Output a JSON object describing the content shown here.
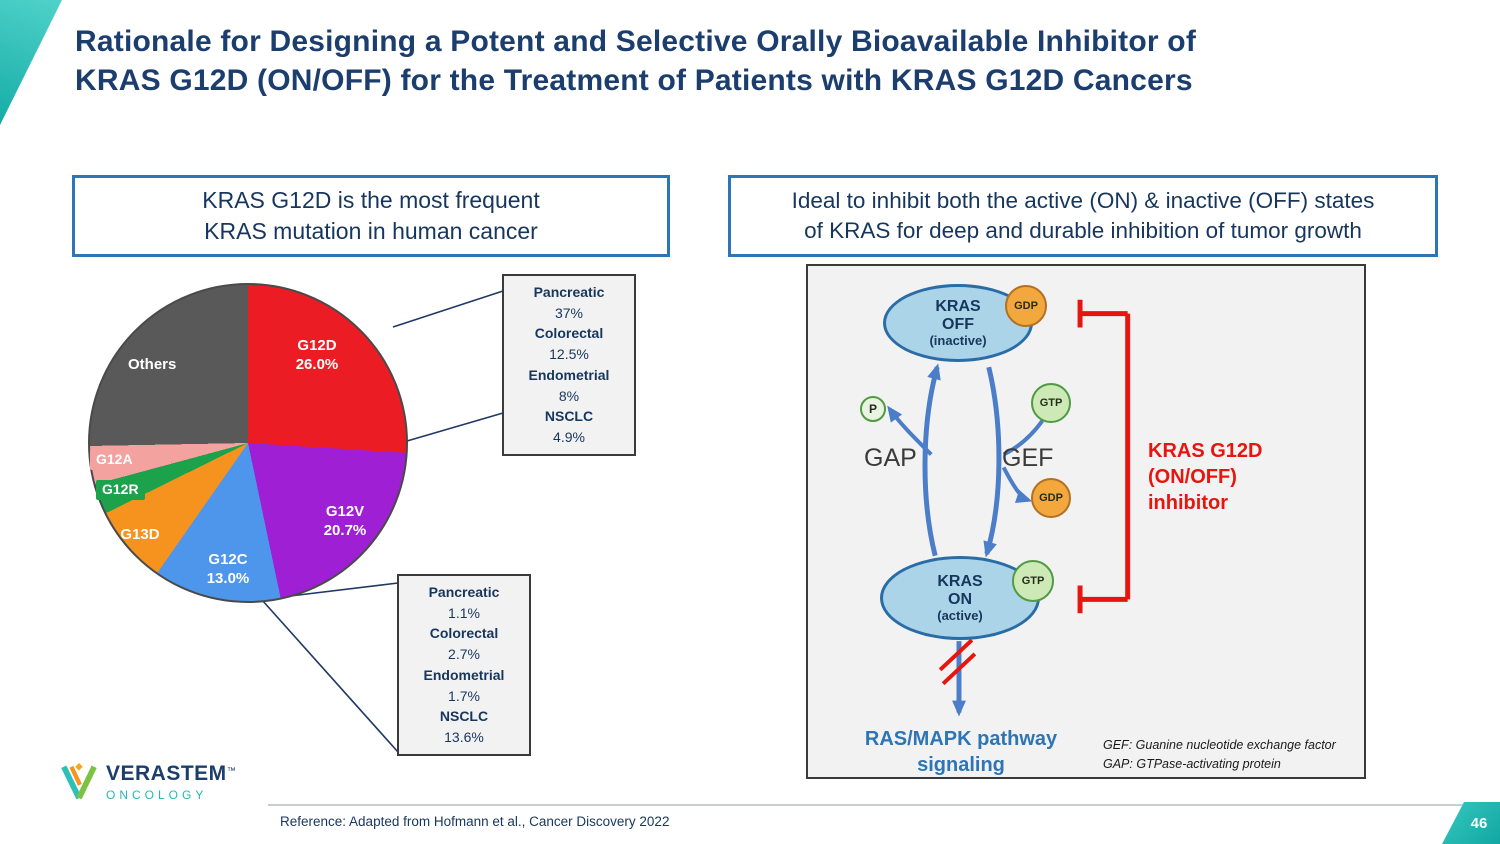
{
  "title": "Rationale for Designing a Potent and Selective Orally Bioavailable Inhibitor of\nKRAS G12D (ON/OFF) for the Treatment of Patients with KRAS G12D Cancers",
  "left_header": "KRAS G12D is the most frequent\nKRAS mutation in human cancer",
  "right_header": "Ideal to inhibit both the active (ON) & inactive (OFF) states\nof KRAS for deep and durable inhibition of tumor growth",
  "chart_data": {
    "type": "pie",
    "title": "KRAS mutation frequency in human cancer",
    "direction": "clockwise",
    "start_angle": "top",
    "slices": [
      {
        "label": "G12D",
        "display": "G12D\n26.0%",
        "value": 26.0,
        "color": "#ec1c24"
      },
      {
        "label": "G12V",
        "display": "G12V\n20.7%",
        "value": 20.7,
        "color": "#9f1fd4"
      },
      {
        "label": "G12C",
        "display": "G12C\n13.0%",
        "value": 13.0,
        "color": "#4e95ec"
      },
      {
        "label": "G13D",
        "display": "G13D",
        "value": 8.0,
        "color": "#f6921e"
      },
      {
        "label": "G12R",
        "display": "G12R",
        "value": 3.1,
        "color": "#1da24c"
      },
      {
        "label": "G12A",
        "display": "G12A",
        "value": 3.9,
        "color": "#f4a29f"
      },
      {
        "label": "Others",
        "display": "Others",
        "value": 25.3,
        "color": "#595959"
      }
    ]
  },
  "callouts": {
    "g12d": {
      "rows": [
        {
          "label": "Pancreatic",
          "value": "37%"
        },
        {
          "label": "Colorectal",
          "value": "12.5%"
        },
        {
          "label": "Endometrial",
          "value": "8%"
        },
        {
          "label": "NSCLC",
          "value": "4.9%"
        }
      ]
    },
    "g12c": {
      "rows": [
        {
          "label": "Pancreatic",
          "value": "1.1%"
        },
        {
          "label": "Colorectal",
          "value": "2.7%"
        },
        {
          "label": "Endometrial",
          "value": "1.7%"
        },
        {
          "label": "NSCLC",
          "value": "13.6%"
        }
      ]
    }
  },
  "diagram": {
    "kras_off": {
      "name": "KRAS",
      "state": "OFF",
      "qualifier": "(inactive)"
    },
    "kras_on": {
      "name": "KRAS",
      "state": "ON",
      "qualifier": "(active)"
    },
    "gdp_off": "GDP",
    "gtp_in": "GTP",
    "gdp_out": "GDP",
    "gtp_on": "GTP",
    "phosphate": "P",
    "gap": "GAP",
    "gef": "GEF",
    "inhibitor": "KRAS G12D\n(ON/OFF)\ninhibitor",
    "pathway": "RAS/MAPK pathway\nsignaling",
    "footnote_gef": "GEF: Guanine nucleotide exchange factor",
    "footnote_gap": "GAP: GTPase-activating protein"
  },
  "logo": {
    "brand": "VERASTEM",
    "trademark": "™",
    "division": "ONCOLOGY"
  },
  "footer": {
    "reference": "Reference: Adapted from Hofmann et al., Cancer Discovery 2022",
    "page_number": "46"
  },
  "colors": {
    "title_navy": "#1c3e6e",
    "header_border_blue": "#2e75b6",
    "accent_teal": "#2cc0b8",
    "inhibitor_red": "#e8150e",
    "arrow_blue": "#4b7dc8",
    "pathway_blue": "#2e75b6"
  }
}
